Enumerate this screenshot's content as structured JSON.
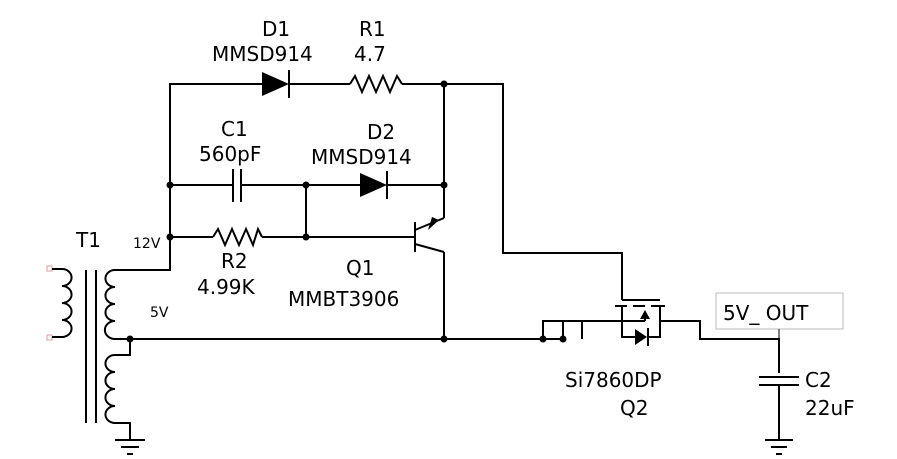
{
  "title": "5V synchronous rectifier schematic",
  "components": {
    "D1": {
      "ref": "D1",
      "value": "MMSD914"
    },
    "R1": {
      "ref": "R1",
      "value": "4.7"
    },
    "C1": {
      "ref": "C1",
      "value": "560pF"
    },
    "D2": {
      "ref": "D2",
      "value": "MMSD914"
    },
    "R2": {
      "ref": "R2",
      "value": "4.99K"
    },
    "Q1": {
      "ref": "Q1",
      "value": "MMBT3906"
    },
    "T1": {
      "ref": "T1"
    },
    "Q2": {
      "ref": "Q2",
      "value": "Si7860DP"
    },
    "C2": {
      "ref": "C2",
      "value": "22uF"
    }
  },
  "nets": {
    "tap_12v": "12V",
    "tap_5v": "5V",
    "output": "5V_ OUT"
  },
  "colors": {
    "wire": "#000000",
    "label_box": "#bbbbbb",
    "pin_marker": "#d9a0a0"
  }
}
